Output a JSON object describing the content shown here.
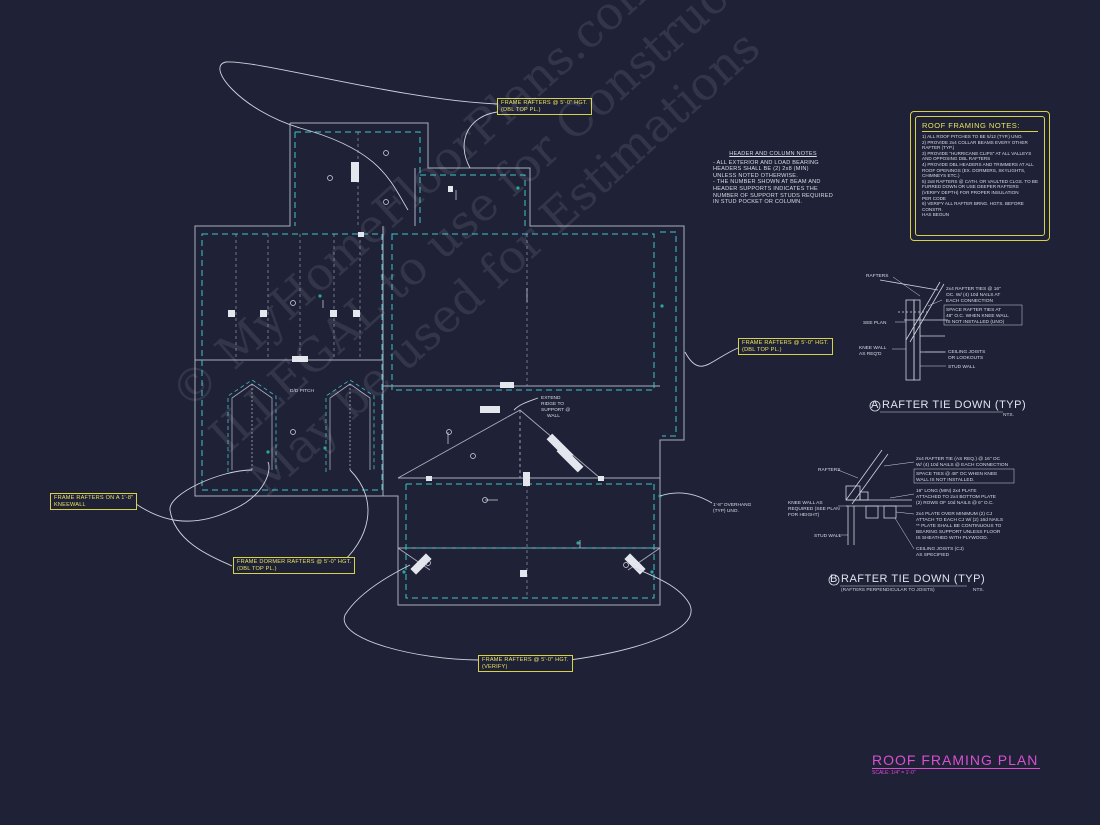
{
  "title": {
    "main": "ROOF FRAMING PLAN",
    "scale": "SCALE: 1/4\" = 1'-0\""
  },
  "callouts": {
    "top_rafters": [
      "FRAME RAFTERS @ 5'-0\" HGT.",
      "(DBL TOP PL.)"
    ],
    "right_rafters": [
      "FRAME RAFTERS @ 5'-0\" HGT.",
      "(DBL TOP PL.)"
    ],
    "kneewall": [
      "FRAME RAFTERS ON A 1'-8\"",
      "KNEEWALL"
    ],
    "dormer": [
      "FRAME DORMER RAFTERS @ 5'-0\" HGT.",
      "(DBL TOP PL.)"
    ],
    "bottom_rafters": [
      "FRAME RAFTERS @ 5'-0\" HGT.",
      "(VERIFY)"
    ]
  },
  "header_notes": {
    "title": "HEADER AND COLUMN NOTES",
    "lines": [
      "- ALL EXTERIOR AND LOAD BEARING",
      "HEADERS SHALL BE (2) 2x8 (MIN)",
      "UNLESS NOTED OTHERWISE.",
      "- THE NUMBER SHOWN AT BEAM AND",
      "HEADER SUPPORTS INDICATES THE",
      "NUMBER OF SUPPORT STUDS REQUIRED",
      "IN STUD POCKET OR COLUMN."
    ]
  },
  "roof_notes": {
    "title": "ROOF FRAMING NOTES:",
    "items": [
      "1) ALL ROOF PITCHES TO BE 5/12 (TYP.) UNO.",
      "2) PROVIDE 2x4 COLLAR BEAMS EVERY OTHER",
      "RAFTER (TYP.)",
      "3) PROVIDE \"HURRICANE CLIPS\" AT ALL VALLEYS",
      "AND OPPOSING DBL RAFTERS",
      "4) PROVIDE DBL HEADERS AND TRIMMERS AT ALL",
      "ROOF OPENINGS (EX. DORMERS, SKYLIGHTS,",
      "CHIMNEYS ETC.)",
      "5) 2x8 RAFTERS @ CATH. OR VAULTED CLGS. TO BE",
      "FURRED DOWN OR USE DEEPER RAFTERS",
      "(VERIFY DEPTH) FOR PROPER INSULATION",
      "PER CODE",
      "6) VERIFY ALL RAFTER BRNG. HGTS. BEFORE CONSTR.",
      "HAS BEGUN"
    ]
  },
  "plan_labels": {
    "do_pitch": "D/D PITCH",
    "extend_ridge": [
      "EXTEND",
      "RIDGE TO",
      "SUPPORT @",
      "WALL"
    ],
    "overhang": [
      "1'-8\" OVERHANG",
      "(TYP) UNO."
    ]
  },
  "detail_a": {
    "title": "RAFTER TIE DOWN (TYP)",
    "letter": "A",
    "nts": "NTS.",
    "labels": {
      "rafters": "RAFTERS",
      "tie": [
        "2x4 RAFTER TIES @ 16\"",
        "OC. W/ (4) 10d NAILS AT",
        "EACH CONNECTION"
      ],
      "space": [
        "SPACE RAFTER TIES AT",
        "48\" O.C. WHEN KNEE WALL",
        "IS NOT INSTALLED (UNO)"
      ],
      "see_plan": "SEE PLAN",
      "knee_wall": [
        "KNEE WALL",
        "AS REQ'D"
      ],
      "ceiling": [
        "CEILING JOISTS",
        "OR LOOKOUTS"
      ],
      "stud": "STUD WALL"
    }
  },
  "detail_b": {
    "title": "RAFTER TIE DOWN (TYP)",
    "letter": "B",
    "nts": "NTS.",
    "subtitle": "(RAFTERS PERPENDICULAR TO JOISTS)",
    "labels": {
      "rafters": "RAFTERS",
      "tie": [
        "2x4 RAFTER TIE (AS REQ.) @ 16\" OC",
        "W/ (4) 10d NAILS @ EACH CONNECTION"
      ],
      "space": [
        "SPACE TIES @ 48\" OC WHEN KNEE",
        "WALL IS NOT INSTALLED."
      ],
      "knee_wall": [
        "KNEE WALL AS",
        "REQUIRED (SEE PLAN",
        "FOR HEIGHT)"
      ],
      "plate": [
        "16\" LONG (MIN) 2x4 PLATE",
        "ATTACHED TO 2x4 BOTTOM PLATE",
        "(2) ROWS OF 10d NAILS @ 6\" O.C."
      ],
      "plate_over": [
        "2x4 PLATE OVER MINIMUM (2) CJ",
        "ATTACH TO EACH CJ W/ (2) 16d NAILS",
        "** PLATE SHALL BE CONTINUOUS TO",
        "BEARING SUPPORT UNLESS FLOOR",
        "IS SHEATHED WITH PLYWOOD."
      ],
      "stud": "STUD WALL",
      "ceiling": [
        "CEILING JOISTS (CJ)",
        "AS SPECIFIED"
      ]
    }
  },
  "watermark": {
    "lines": [
      "© MyHomeFloorPlans.com",
      "ILLEGAL to use for Construction",
      "May be used for Estimations"
    ]
  },
  "colors": {
    "background": "#1f2237",
    "walls": "#a9adbf",
    "framing": "#3fc1c9",
    "callout": "#e8e260",
    "title": "#d94fd0",
    "leader": "#cfd2de"
  }
}
